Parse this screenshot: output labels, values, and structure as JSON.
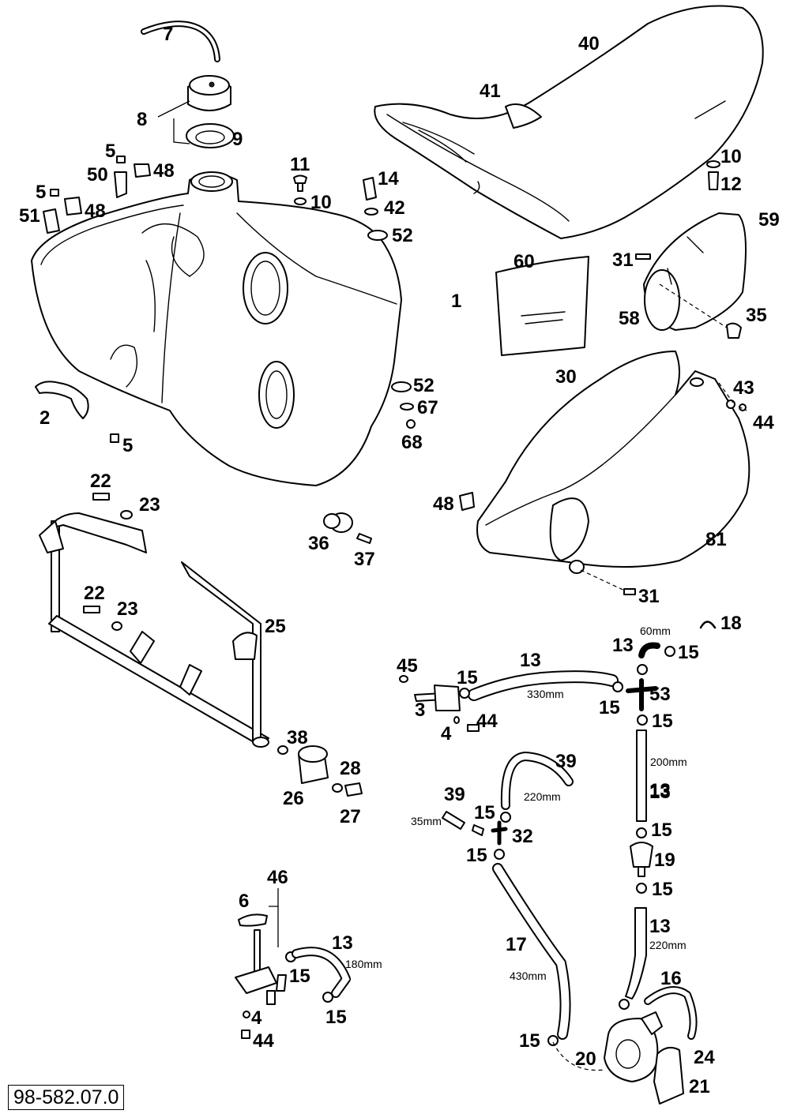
{
  "document_code": "98-582.07.0",
  "part_numbers": [
    "7",
    "8",
    "9",
    "5",
    "50",
    "48",
    "11",
    "10",
    "14",
    "42",
    "52",
    "5",
    "51",
    "48",
    "1",
    "2",
    "5",
    "52",
    "67",
    "68",
    "40",
    "41",
    "10",
    "12",
    "59",
    "31",
    "60",
    "58",
    "35",
    "30",
    "43",
    "44",
    "48",
    "81",
    "31",
    "22",
    "23",
    "36",
    "37",
    "22",
    "23",
    "25",
    "38",
    "28",
    "26",
    "27",
    "18",
    "13",
    "15",
    "45",
    "15",
    "3",
    "15",
    "53",
    "15",
    "4",
    "44",
    "39",
    "13",
    "39",
    "15",
    "32",
    "15",
    "19",
    "15",
    "17",
    "13",
    "16",
    "46",
    "6",
    "13",
    "15",
    "15",
    "4",
    "44",
    "15",
    "20",
    "24",
    "21",
    "15",
    "13",
    "13"
  ],
  "dimensions": [
    "60mm",
    "330mm",
    "200mm",
    "220mm",
    "35mm",
    "180mm",
    "430mm",
    "220mm"
  ]
}
